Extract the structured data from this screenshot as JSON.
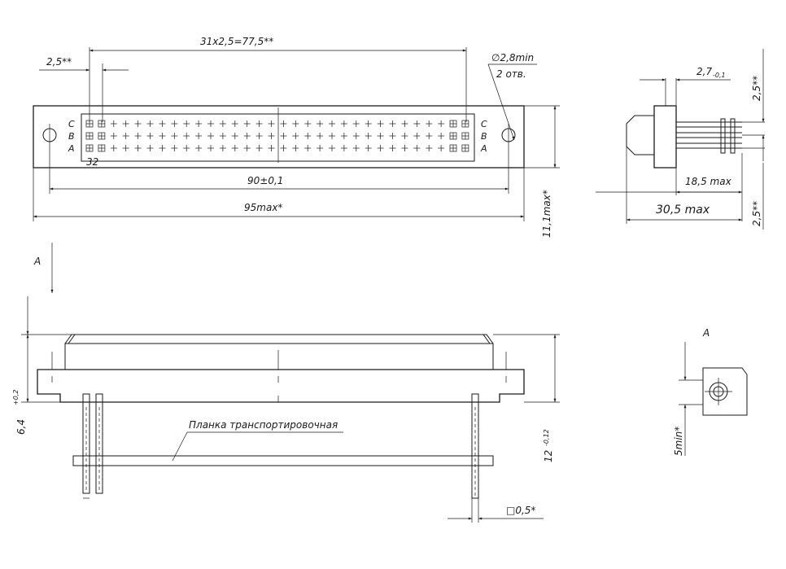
{
  "top_view": {
    "pitch_label": "31x2,5=77,5**",
    "offset_label": "2,5**",
    "hole_label": "∅2,8min",
    "hole_count": "2 отв.",
    "rows_left": [
      "C",
      "B",
      "A"
    ],
    "rows_right": [
      "C",
      "B",
      "A"
    ],
    "pin_count_label": "32",
    "mount_pitch_label": "90±0,1",
    "overall_width_label": "95max*",
    "height_label": "11,1max*"
  },
  "side_view": {
    "pin_protrusion_label": "2,7",
    "pin_protrusion_tol": "-0,1",
    "row_pitch_top_label": "2,5**",
    "row_pitch_bottom_label": "2,5**",
    "pin_length_label": "18,5 max",
    "overall_depth_label": "30,5 max"
  },
  "front_view": {
    "view_arrow_label": "A",
    "body_height_label": "6,4",
    "body_height_tol": "+0,2",
    "carrier_label": "Планка транспортировочная",
    "total_height_label": "12",
    "total_height_tol": "-0,12",
    "pin_section_label": "□0,5*"
  },
  "detail_view": {
    "title": "A",
    "min_label": "5min*"
  }
}
